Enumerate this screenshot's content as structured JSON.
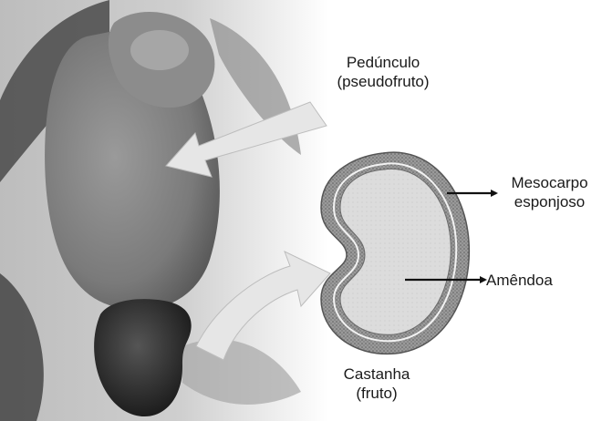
{
  "labels": {
    "peduncle": {
      "line1": "Pedúnculo",
      "line2": "(pseudofruto)"
    },
    "mesocarp": {
      "line1": "Mesocarpo",
      "line2": "esponjoso"
    },
    "almond": "Amêndoa",
    "nut": {
      "line1": "Castanha",
      "line2": "(fruto)"
    }
  },
  "colors": {
    "photo_background": "#d9d9d9",
    "pseudofruit": "#7e7e7e",
    "nut_photo": "#262626",
    "leaf": "#4a4a4a",
    "arrow_fill": "#e6e6e6",
    "nut_shell": "#8a8a8a",
    "nut_kernel": "#dedede",
    "text": "#1a1a1a"
  }
}
